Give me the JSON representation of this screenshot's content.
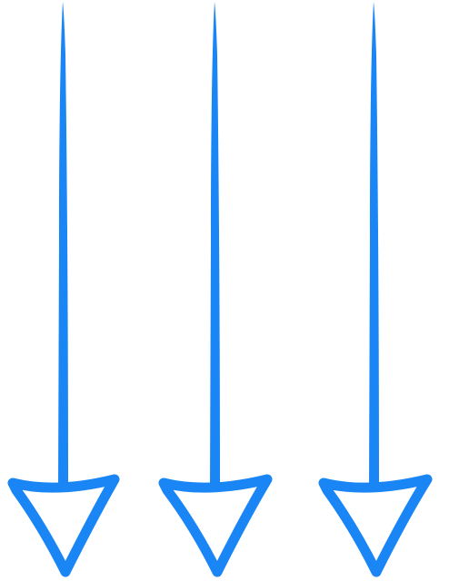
{
  "image": {
    "background_color": "#ffffff",
    "arrow_color": "#1a86f5",
    "arrows": [
      {
        "name": "left-arrow",
        "icon": "arrow-down-icon",
        "direction": "down"
      },
      {
        "name": "middle-arrow",
        "icon": "arrow-down-icon",
        "direction": "down"
      },
      {
        "name": "right-arrow",
        "icon": "arrow-down-icon",
        "direction": "down"
      }
    ]
  }
}
